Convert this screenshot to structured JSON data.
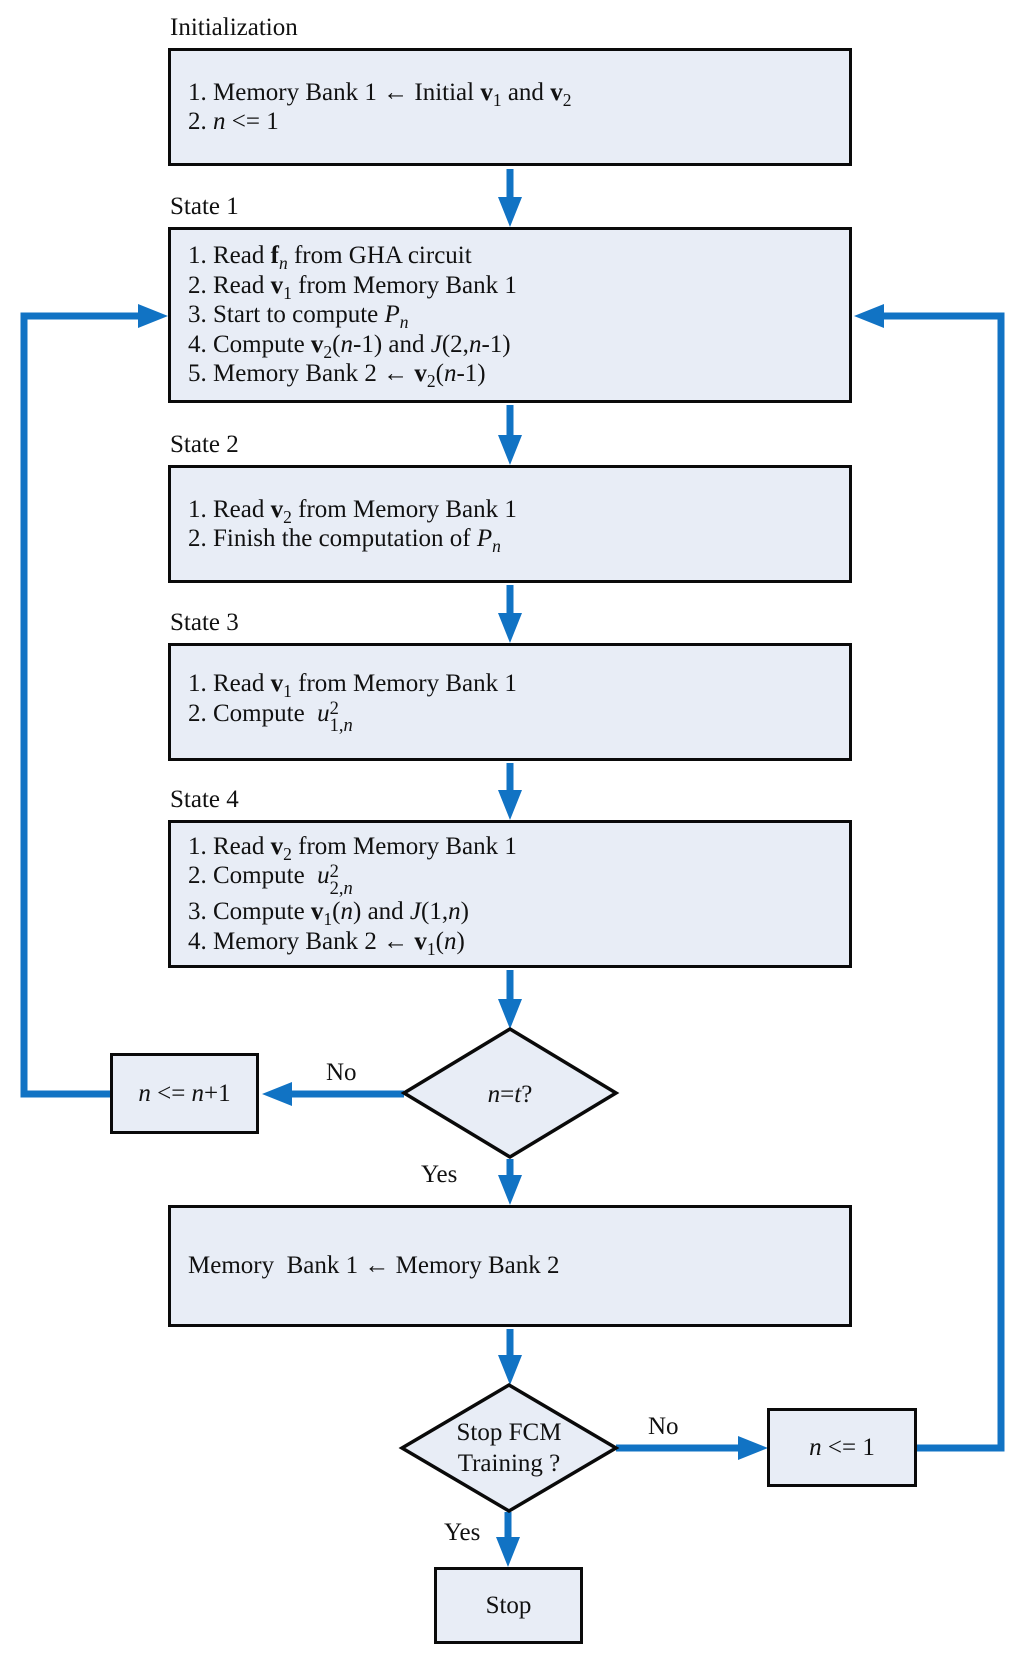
{
  "colors": {
    "box_fill": "#E8EDF6",
    "box_border": "#0a0a0a",
    "arrow_blue": "#1173C4",
    "background": "#ffffff"
  },
  "labels": {
    "initialization": "Initialization",
    "state1": "State 1",
    "state2": "State 2",
    "state3": "State 3",
    "state4": "State 4",
    "branch_no_iteration": "No",
    "branch_yes_iteration": "Yes",
    "branch_no_stop": "No",
    "branch_yes_stop": "Yes"
  },
  "boxes": {
    "initialization": {
      "lines": [
        "1. Memory Bank 1 ← Initial <b>v</b><sub>1</sub> and <b>v</b><sub>2</sub>",
        "2. <i>n</i> &lt;= 1"
      ]
    },
    "state1": {
      "lines": [
        "1. Read <b>f</b><sub><i>n</i></sub> from GHA circuit",
        "2. Read <b>v</b><sub>1</sub> from Memory Bank 1",
        "3. Start to compute <i>P</i><sub><i>n</i></sub>",
        "4. Compute <b>v</b><sub>2</sub>(<i>n</i>-1) and <i>J</i>(2,<i>n</i>-1)",
        "5. Memory Bank 2 ← <b>v</b><sub>2</sub>(<i>n</i>-1)"
      ]
    },
    "state2": {
      "lines": [
        "1. Read <b>v</b><sub>2</sub> from Memory Bank 1",
        "2. Finish the computation of <i>P</i><sub><i>n</i></sub>"
      ]
    },
    "state3": {
      "lines": [
        "1. Read <b>v</b><sub>1</sub> from Memory Bank 1",
        "2. Compute &nbsp;<i>u</i><span class=\"supsub\"><span>2</span><span>1,<i>n</i></span></span>"
      ]
    },
    "state4": {
      "lines": [
        "1. Read <b>v</b><sub>2</sub> from Memory Bank 1",
        "2. Compute &nbsp;<i>u</i><span class=\"supsub\"><span>2</span><span>2,<i>n</i></span></span>",
        "3. Compute <b>v</b><sub>1</sub>(<i>n</i>) and <i>J</i>(1,<i>n</i>)",
        "4. Memory Bank 2 ← <b>v</b><sub>1</sub>(<i>n</i>)"
      ]
    },
    "increment": {
      "text": "<i>n</i> &lt;= <i>n</i>+1"
    },
    "memory_transfer": {
      "text": "Memory&nbsp; Bank 1 ← Memory Bank 2"
    },
    "reset": {
      "text": "<i>n</i> &lt;= 1"
    },
    "stop": {
      "text": "Stop"
    }
  },
  "decisions": {
    "iteration_check": {
      "text": "<i>n</i> = <i>t</i> ?"
    },
    "stop_check": {
      "text": "Stop FCM<br>Training ?"
    }
  }
}
